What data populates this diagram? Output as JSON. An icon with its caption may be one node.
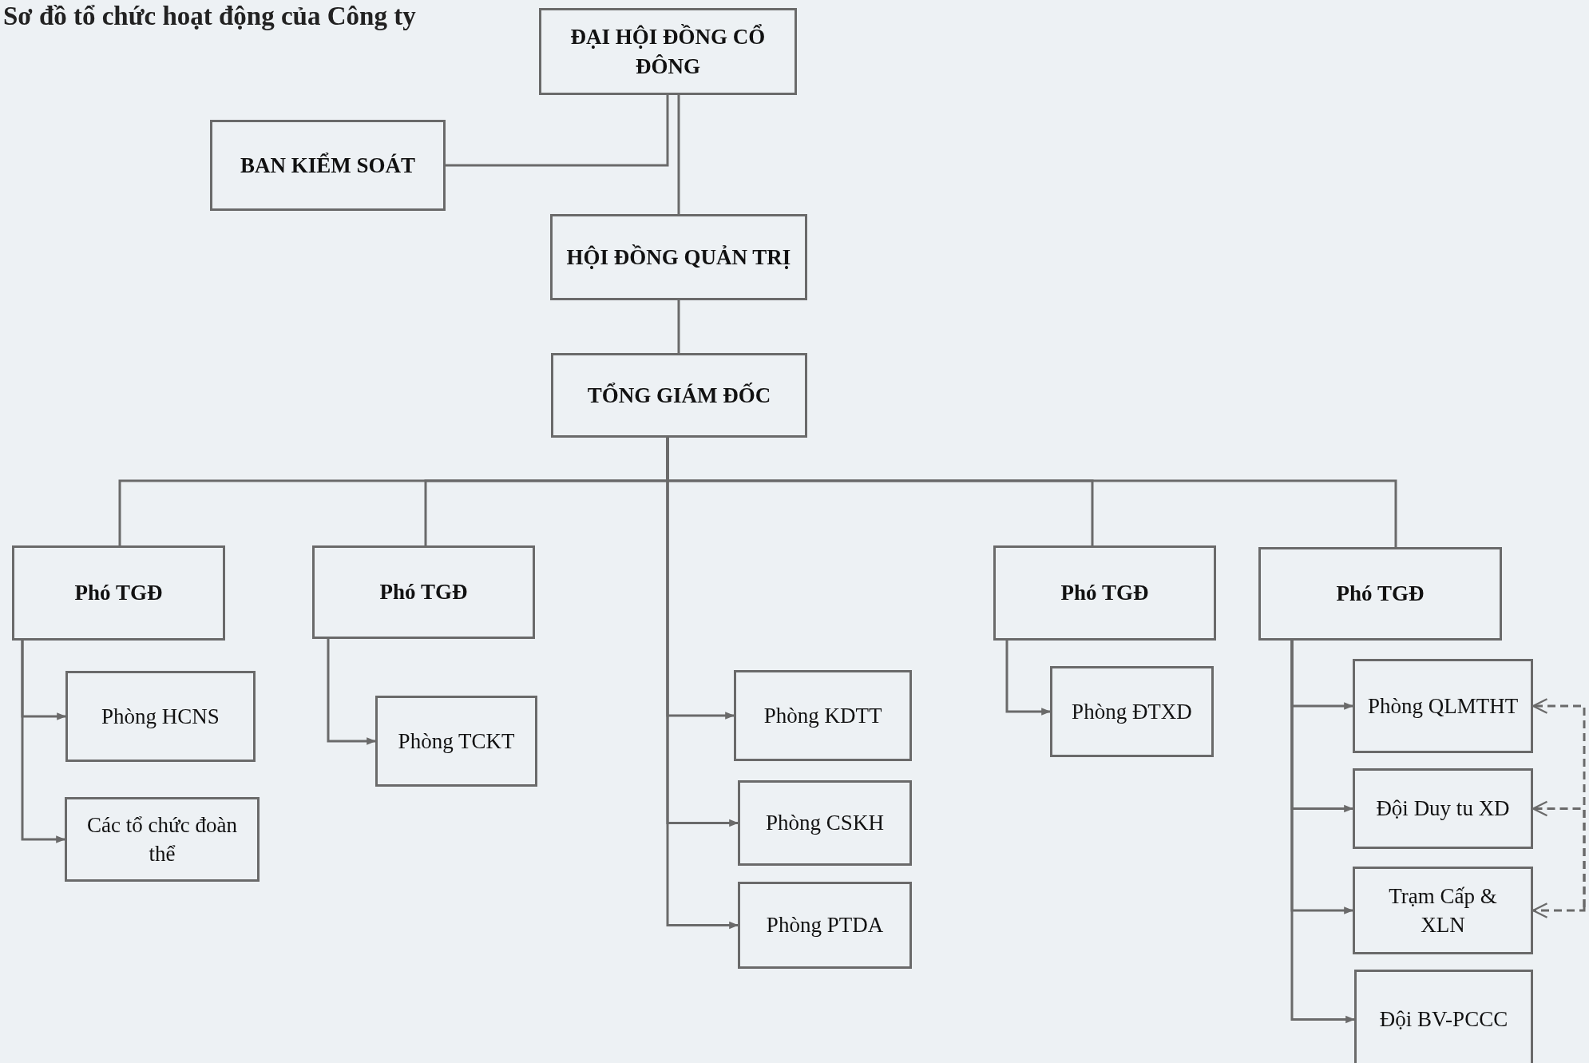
{
  "diagram": {
    "title": "Sơ đồ tổ chức hoạt động của Công ty",
    "nodes": [
      {
        "text": [
          "ĐẠI HỘI ĐỒNG CỔ ĐÔNG"
        ]
      },
      {
        "text": [
          "BAN KIỂM SOÁT"
        ]
      },
      {
        "text": [
          "HỘI ĐỒNG QUẢN TRỊ"
        ]
      },
      {
        "text": [
          "TỔNG GIÁM ĐỐC"
        ]
      },
      {
        "text": [
          "Phó TGĐ"
        ]
      },
      {
        "text": [
          "Phó TGĐ"
        ]
      },
      {
        "text": [
          "Phó TGĐ"
        ]
      },
      {
        "text": [
          "Phó TGĐ"
        ]
      },
      {
        "text": [
          "Phòng HCNS"
        ]
      },
      {
        "text": [
          "Các tổ chức đoàn thể"
        ]
      },
      {
        "text": [
          "Phòng TCKT"
        ]
      },
      {
        "text": [
          "Phòng KDTT"
        ]
      },
      {
        "text": [
          "Phòng CSKH"
        ]
      },
      {
        "text": [
          "Phòng PTDA"
        ]
      },
      {
        "text": [
          "Phòng ĐTXD"
        ]
      },
      {
        "text": [
          "Phòng QLMTHT"
        ]
      },
      {
        "text": [
          "Đội Duy tu XD"
        ]
      },
      {
        "text": [
          "Trạm Cấp & XLN"
        ]
      },
      {
        "text": [
          "Đội BV-PCCC"
        ]
      }
    ],
    "edges": [
      {
        "from": 0,
        "to": 2,
        "arrow": "none"
      },
      {
        "from": 0,
        "to": 1,
        "arrow": "none"
      },
      {
        "from": 2,
        "to": 3,
        "arrow": "none"
      },
      {
        "from": 3,
        "to": 4,
        "arrow": "none"
      },
      {
        "from": 3,
        "to": 5,
        "arrow": "none"
      },
      {
        "from": 3,
        "to": 6,
        "arrow": "none"
      },
      {
        "from": 3,
        "to": 7,
        "arrow": "none"
      },
      {
        "from": 3,
        "to": 11,
        "arrow": "to"
      },
      {
        "from": 3,
        "to": 12,
        "arrow": "to"
      },
      {
        "from": 3,
        "to": 13,
        "arrow": "to"
      },
      {
        "from": 4,
        "to": 8,
        "arrow": "to"
      },
      {
        "from": 4,
        "to": 9,
        "arrow": "to"
      },
      {
        "from": 5,
        "to": 10,
        "arrow": "to"
      },
      {
        "from": 6,
        "to": 14,
        "arrow": "to"
      },
      {
        "from": 7,
        "to": 15,
        "arrow": "to"
      },
      {
        "from": 7,
        "to": 16,
        "arrow": "to"
      },
      {
        "from": 7,
        "to": 17,
        "arrow": "to"
      },
      {
        "from": 7,
        "to": 18,
        "arrow": "to"
      },
      {
        "from": null,
        "to": 15,
        "arrow": "to",
        "style": "dashed"
      },
      {
        "from": null,
        "to": 16,
        "arrow": "to",
        "style": "dashed"
      },
      {
        "from": null,
        "to": 17,
        "arrow": "to",
        "style": "dashed"
      }
    ]
  }
}
